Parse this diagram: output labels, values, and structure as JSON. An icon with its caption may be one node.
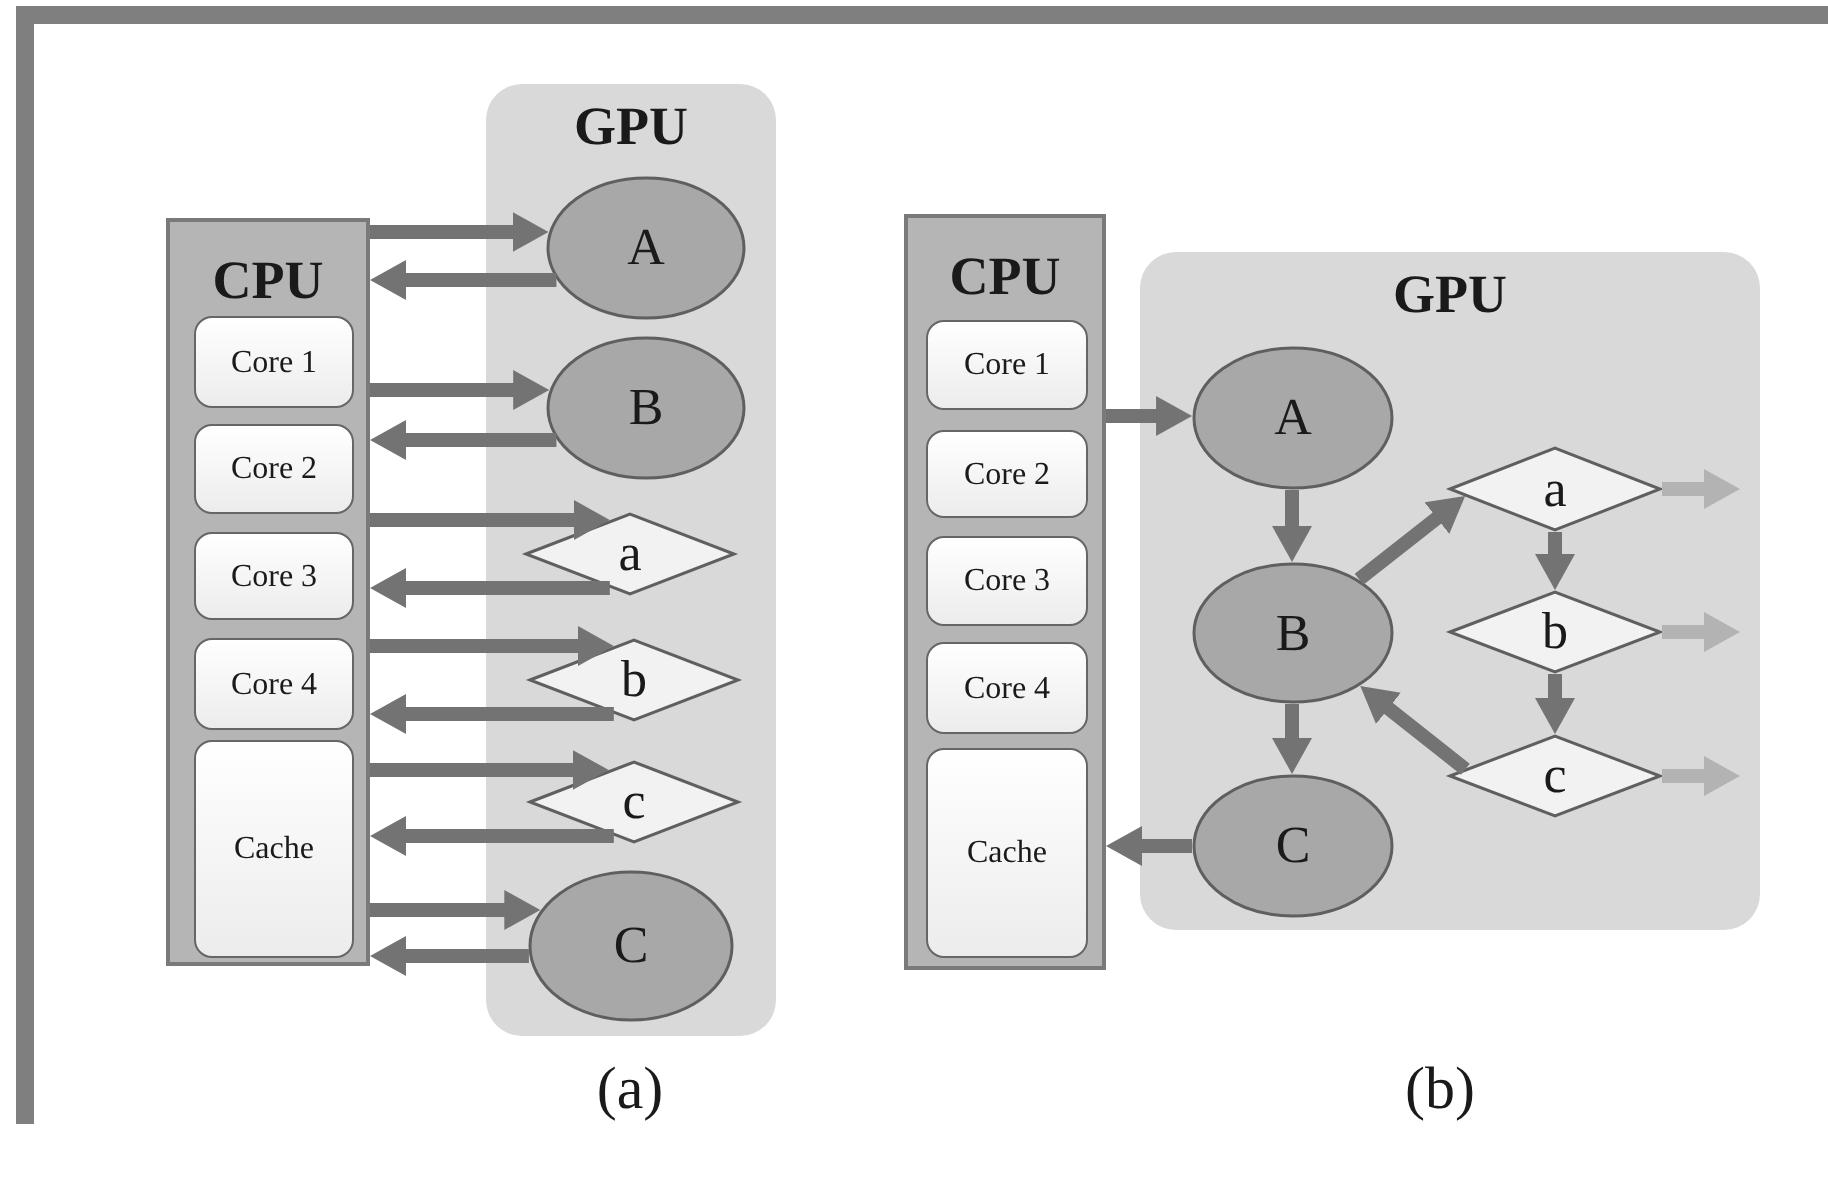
{
  "diagram": {
    "nodes": [
      {
        "text": [
          "CPU"
        ]
      },
      {
        "text": [
          "Core 1"
        ],
        "in": 0
      },
      {
        "text": [
          "Core 2"
        ],
        "in": 0
      },
      {
        "text": [
          "Core 3"
        ],
        "in": 0
      },
      {
        "text": [
          "Core 4"
        ],
        "in": 0
      },
      {
        "text": [
          "Cache"
        ],
        "in": 0
      },
      {
        "text": [
          "GPU"
        ]
      },
      {
        "text": [
          "A"
        ],
        "in": 6
      },
      {
        "text": [
          "B"
        ],
        "in": 6
      },
      {
        "text": [
          "a"
        ],
        "in": 6
      },
      {
        "text": [
          "b"
        ],
        "in": 6
      },
      {
        "text": [
          "c"
        ],
        "in": 6
      },
      {
        "text": [
          "C"
        ],
        "in": 6
      },
      {
        "text": [
          "CPU"
        ]
      },
      {
        "text": [
          "Core 1"
        ],
        "in": 13
      },
      {
        "text": [
          "Core 2"
        ],
        "in": 13
      },
      {
        "text": [
          "Core 3"
        ],
        "in": 13
      },
      {
        "text": [
          "Core 4"
        ],
        "in": 13
      },
      {
        "text": [
          "Cache"
        ],
        "in": 13
      },
      {
        "text": [
          "GPU"
        ]
      },
      {
        "text": [
          "A"
        ],
        "in": 19
      },
      {
        "text": [
          "B"
        ],
        "in": 19
      },
      {
        "text": [
          "C"
        ],
        "in": 19
      },
      {
        "text": [
          "a"
        ],
        "in": 19
      },
      {
        "text": [
          "b"
        ],
        "in": 19
      },
      {
        "text": [
          "c"
        ],
        "in": 19
      }
    ],
    "edges": [
      {
        "from": 0,
        "to": 7,
        "arrow": "to"
      },
      {
        "from": 7,
        "to": 0,
        "arrow": "to"
      },
      {
        "from": 0,
        "to": 8,
        "arrow": "to"
      },
      {
        "from": 8,
        "to": 0,
        "arrow": "to"
      },
      {
        "from": 0,
        "to": 9,
        "arrow": "to"
      },
      {
        "from": 9,
        "to": 0,
        "arrow": "to"
      },
      {
        "from": 0,
        "to": 10,
        "arrow": "to"
      },
      {
        "from": 10,
        "to": 0,
        "arrow": "to"
      },
      {
        "from": 0,
        "to": 11,
        "arrow": "to"
      },
      {
        "from": 11,
        "to": 0,
        "arrow": "to"
      },
      {
        "from": 0,
        "to": 12,
        "arrow": "to"
      },
      {
        "from": 12,
        "to": 0,
        "arrow": "to"
      },
      {
        "from": 13,
        "to": 20,
        "arrow": "to"
      },
      {
        "from": 20,
        "to": 21,
        "arrow": "to"
      },
      {
        "from": 21,
        "to": 23,
        "arrow": "to"
      },
      {
        "from": 23,
        "to": 24,
        "arrow": "to"
      },
      {
        "from": 24,
        "to": 25,
        "arrow": "to"
      },
      {
        "from": 25,
        "to": 21,
        "arrow": "to"
      },
      {
        "from": 21,
        "to": 22,
        "arrow": "to"
      },
      {
        "from": 22,
        "to": 13,
        "arrow": "to"
      },
      {
        "from": 23,
        "to": null,
        "arrow": "to",
        "color": "#b3b3b3"
      },
      {
        "from": 24,
        "to": null,
        "arrow": "to",
        "color": "#b3b3b3"
      },
      {
        "from": 25,
        "to": null,
        "arrow": "to",
        "color": "#b3b3b3"
      }
    ],
    "labels": [
      "(a)",
      "(b)"
    ]
  }
}
